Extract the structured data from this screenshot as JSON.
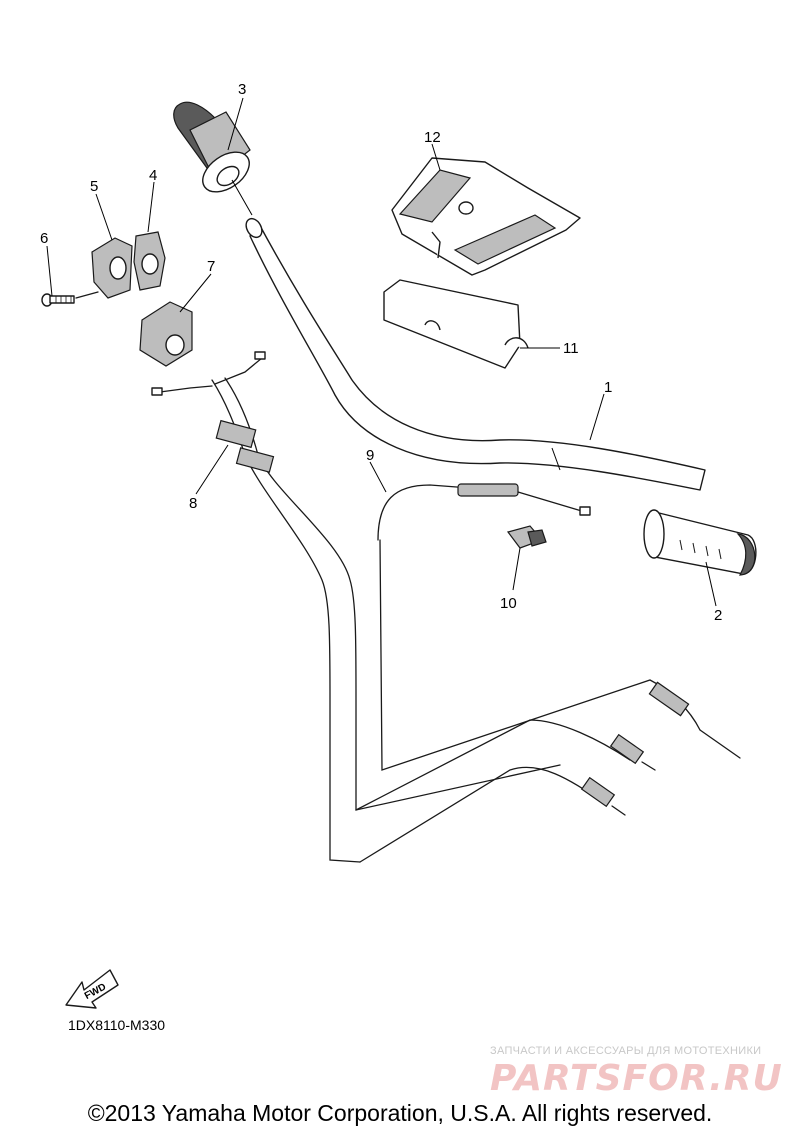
{
  "callouts": [
    "1",
    "2",
    "3",
    "4",
    "5",
    "6",
    "7",
    "8",
    "9",
    "10",
    "11",
    "12"
  ],
  "fwd_label": "FWD",
  "diagram_code": "1DX8110-M330",
  "watermark": {
    "tagline": "ЗАПЧАСТИ И АКСЕССУАРЫ ДЛЯ МОТОТЕХНИКИ",
    "logo": "PARTSFOR.RU"
  },
  "copyright": "©2013 Yamaha Motor Corporation, U.S.A. All rights reserved."
}
